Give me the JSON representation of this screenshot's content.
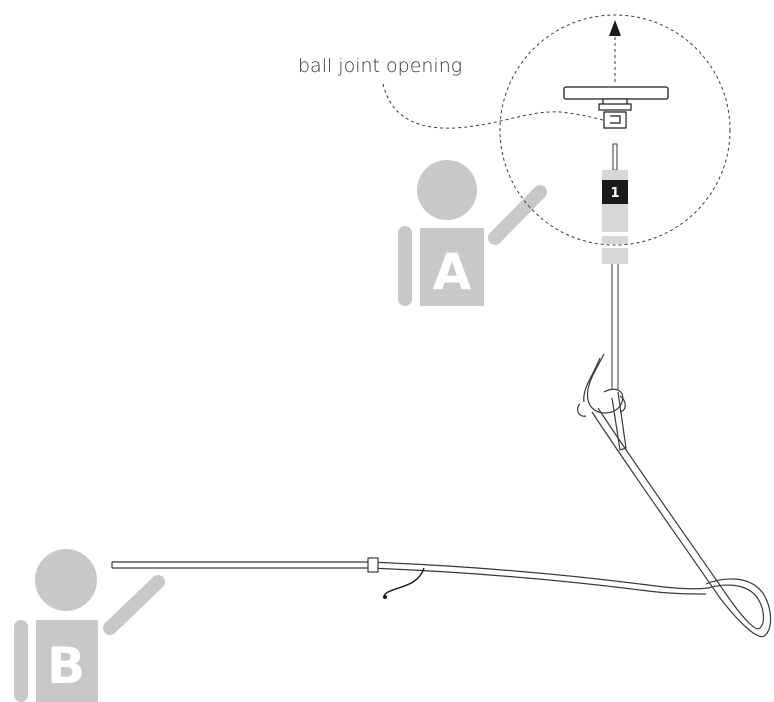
{
  "callout": {
    "label": "ball joint opening"
  },
  "figures": [
    {
      "id": "A",
      "label": "A"
    },
    {
      "id": "B",
      "label": "B"
    }
  ],
  "badge": {
    "number": "1"
  },
  "colors": {
    "figure_gray": "#c8c8c8",
    "line": "#3a3a3a",
    "badge_bg": "#1a1a1a"
  },
  "icons": {
    "arrow": "arrow-up-icon"
  }
}
